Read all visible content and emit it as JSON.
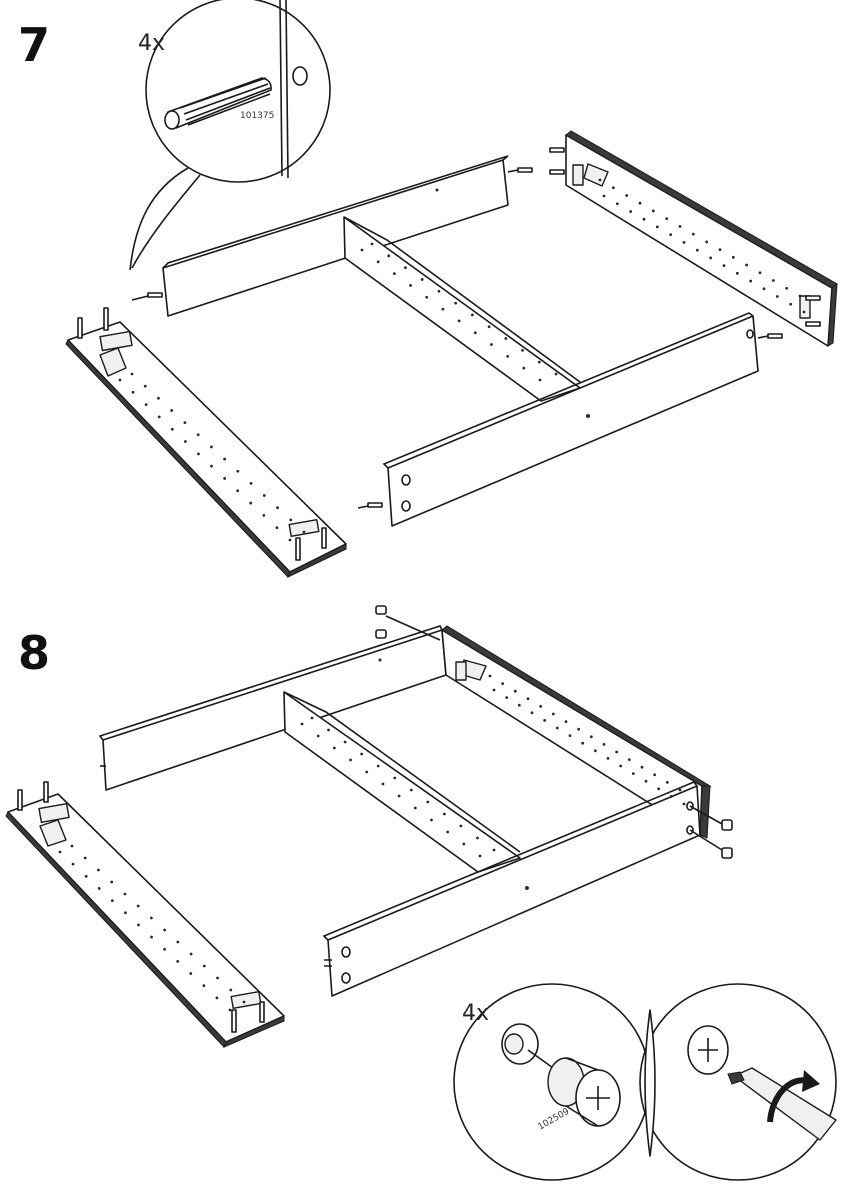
{
  "steps": [
    {
      "number": "7",
      "detail": {
        "quantity": "4x",
        "part_number": "101375"
      }
    },
    {
      "number": "8",
      "detail": {
        "quantity": "4x",
        "part_number": "102509"
      }
    }
  ]
}
